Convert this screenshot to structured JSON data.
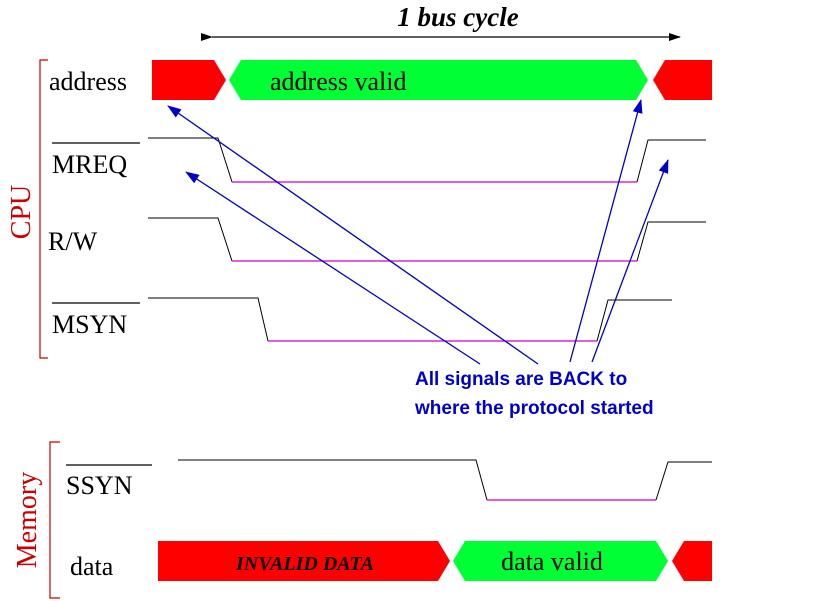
{
  "title": "1 bus cycle",
  "groups": {
    "cpu": "CPU",
    "memory": "Memory"
  },
  "signals": {
    "address": "address",
    "mreq": "MREQ",
    "rw": "R/W",
    "msyn": "MSYN",
    "ssyn": "SSYN",
    "data": "data"
  },
  "bus_labels": {
    "address_valid": "address valid",
    "invalid_data": "INVALID DATA",
    "data_valid": "data valid"
  },
  "annotation": {
    "line1": "All signals are BACK to",
    "line2": "where the protocol started"
  },
  "colors": {
    "valid": "#00ff33",
    "invalid": "#ff0000",
    "low_level": "#cc00cc",
    "annotation": "#0000cc",
    "group_bracket": "#cc0000"
  }
}
